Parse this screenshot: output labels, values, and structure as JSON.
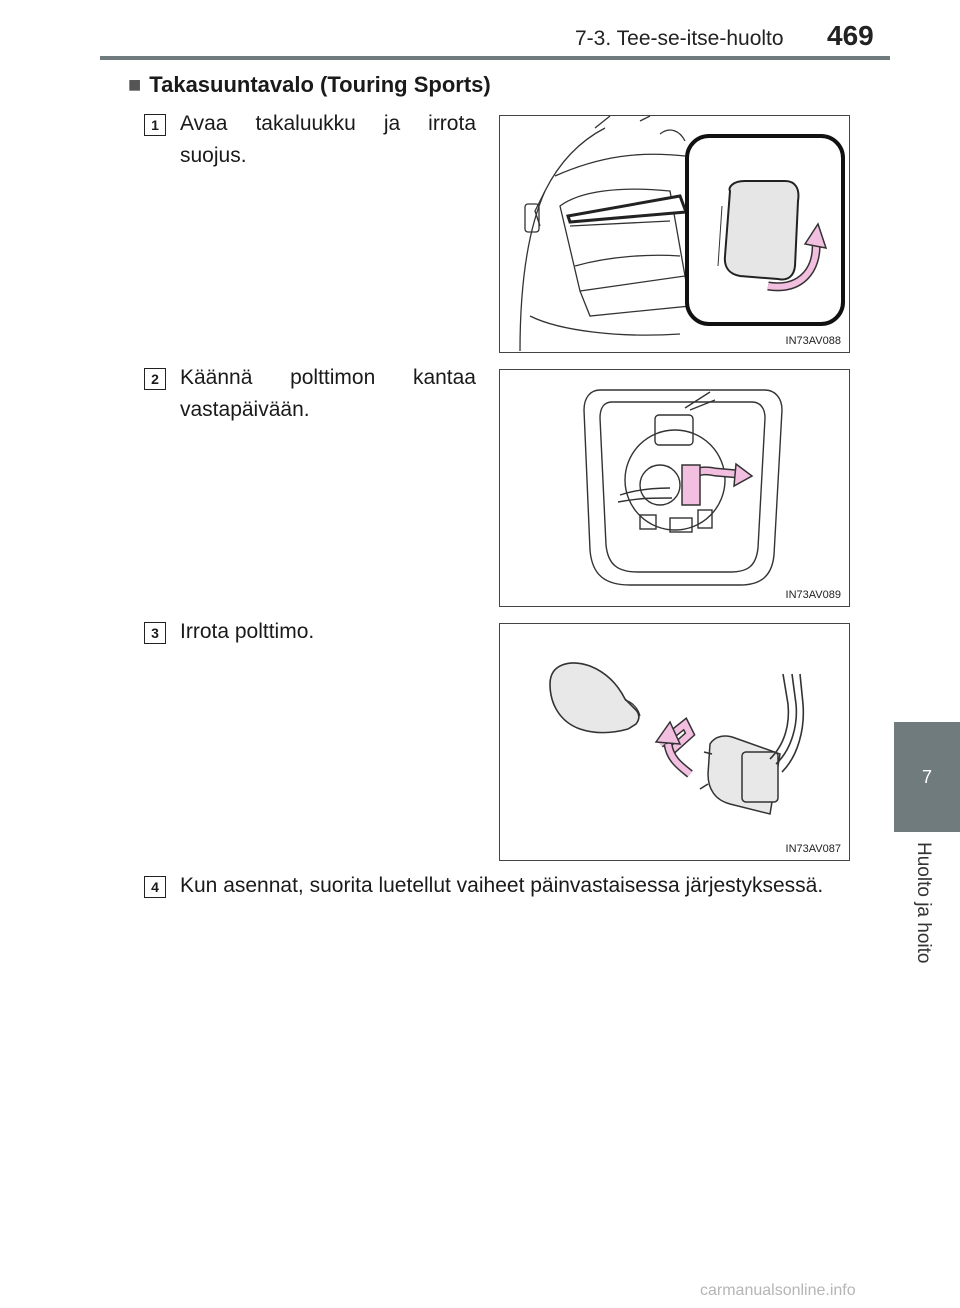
{
  "header": {
    "section": "7-3. Tee-se-itse-huolto",
    "page_number": "469"
  },
  "side_tab": {
    "chapter_number": "7",
    "chapter_title": "Huolto ja hoito"
  },
  "section": {
    "heading": "Takasuuntavalo (Touring Sports)"
  },
  "steps": [
    {
      "number": "1",
      "text": "Avaa takaluukku ja irrota suojus.",
      "figure_id": "IN73AV088"
    },
    {
      "number": "2",
      "text": "Käännä polttimon kantaa vastapäivään.",
      "figure_id": "IN73AV089"
    },
    {
      "number": "3",
      "text": "Irrota polttimo.",
      "figure_id": "IN73AV087"
    },
    {
      "number": "4",
      "text": "Kun asennat, suorita luetellut vaiheet päinvastaisessa järjestyksessä."
    }
  ],
  "watermark": "carmanualsonline.info",
  "colors": {
    "accent_gray": "#6f7b7d",
    "arrow_pink": "#f3bfe0"
  }
}
